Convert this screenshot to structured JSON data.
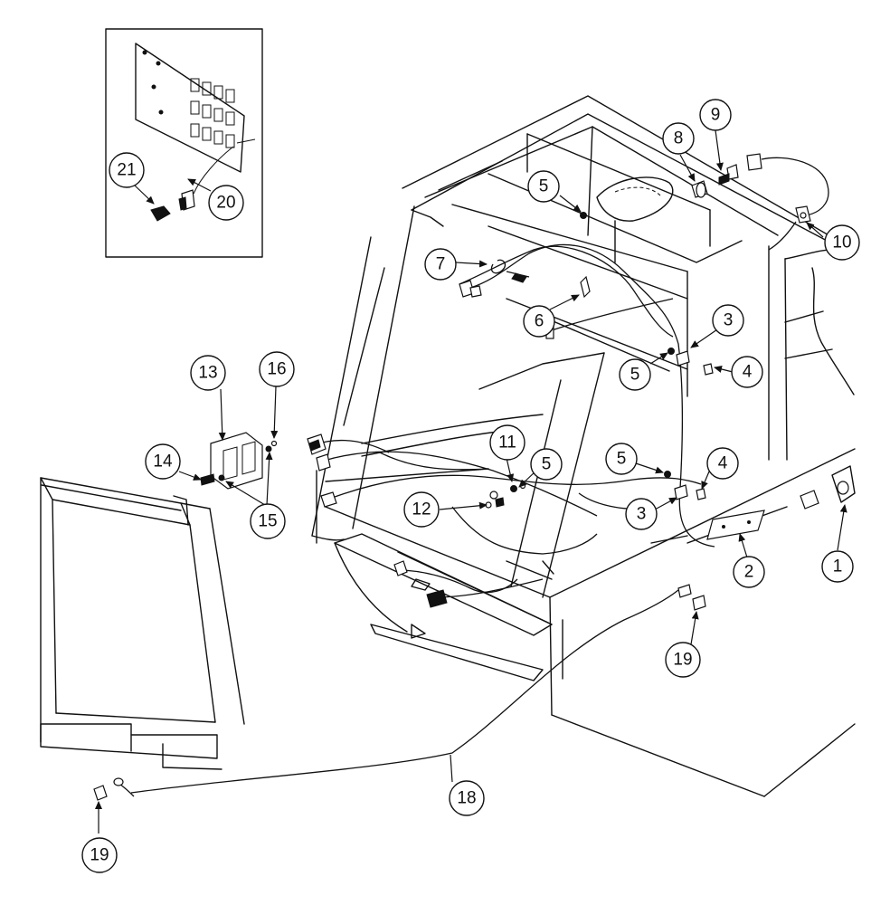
{
  "callouts": [
    {
      "label": "1"
    },
    {
      "label": "2"
    },
    {
      "label": "3"
    },
    {
      "label": "3"
    },
    {
      "label": "4"
    },
    {
      "label": "4"
    },
    {
      "label": "5"
    },
    {
      "label": "5"
    },
    {
      "label": "5"
    },
    {
      "label": "5"
    },
    {
      "label": "6"
    },
    {
      "label": "7"
    },
    {
      "label": "8"
    },
    {
      "label": "9"
    },
    {
      "label": "10"
    },
    {
      "label": "11"
    },
    {
      "label": "12"
    },
    {
      "label": "13"
    },
    {
      "label": "14"
    },
    {
      "label": "15"
    },
    {
      "label": "16"
    },
    {
      "label": "18"
    },
    {
      "label": "19"
    },
    {
      "label": "19"
    },
    {
      "label": "20"
    },
    {
      "label": "21"
    }
  ]
}
